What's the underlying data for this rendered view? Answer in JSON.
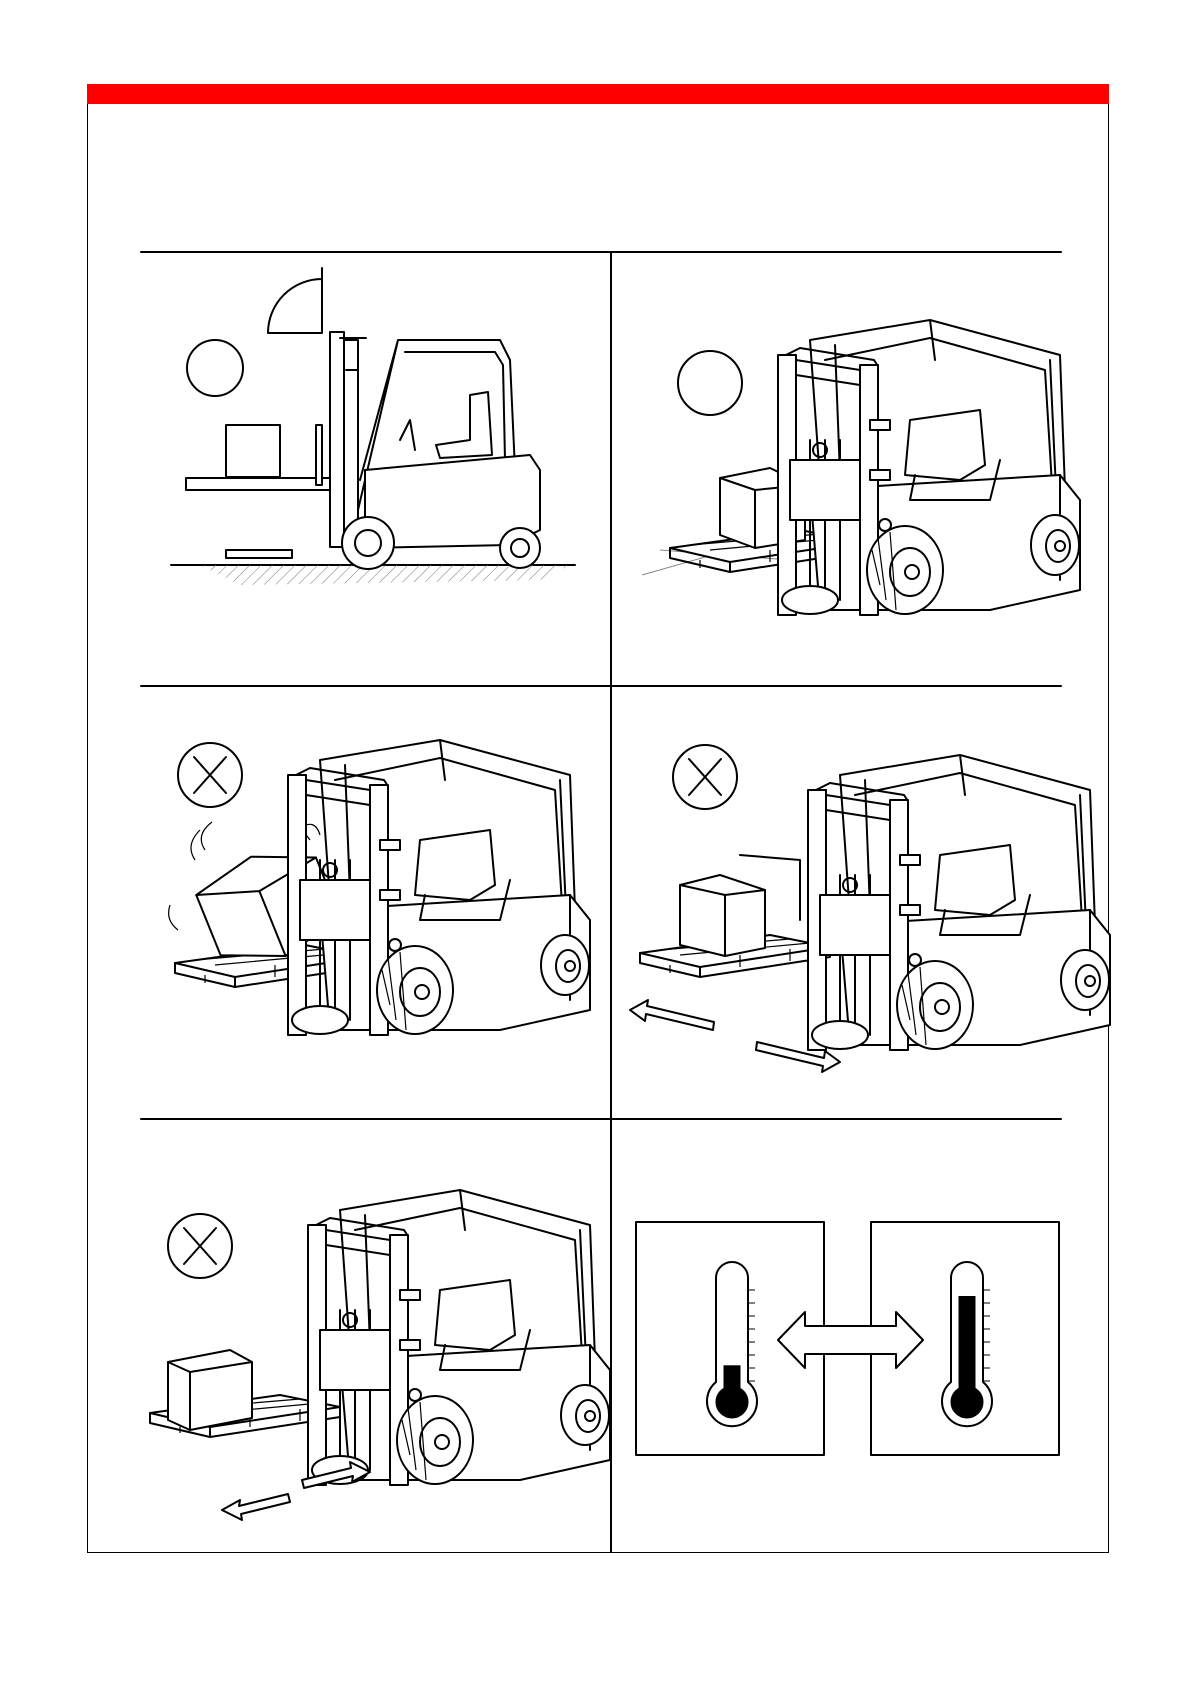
{
  "colors": {
    "header_band": "#ff0000",
    "lines": "#000000",
    "background": "#ffffff"
  },
  "panels": [
    {
      "id": "p1",
      "symbol": "circle-empty",
      "scene": "forklift-side-view-carrying-load"
    },
    {
      "id": "p2",
      "symbol": "circle-empty",
      "scene": "forklift-centered-load"
    },
    {
      "id": "p3",
      "symbol": "circle-cross",
      "scene": "forklift-load-tipping"
    },
    {
      "id": "p4",
      "symbol": "circle-cross",
      "scene": "forklift-side-shift-load"
    },
    {
      "id": "p5",
      "symbol": "circle-cross",
      "scene": "forklift-offset-forks"
    },
    {
      "id": "p6",
      "symbol": "none",
      "scene": "temperature-range"
    }
  ],
  "thermometers": [
    {
      "id": "cold",
      "level_fraction": 0.22
    },
    {
      "id": "hot",
      "level_fraction": 0.85
    }
  ]
}
